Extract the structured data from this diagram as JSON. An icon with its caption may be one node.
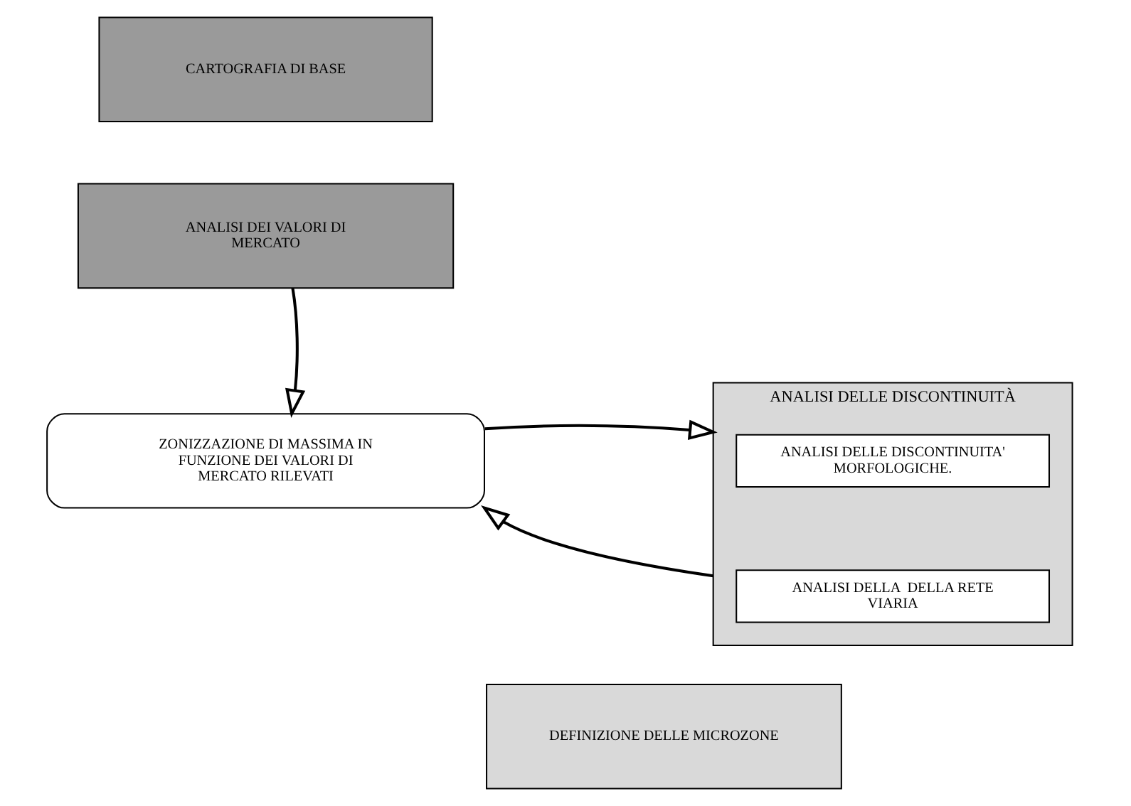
{
  "diagram": {
    "nodes": [
      {
        "text": [
          "CARTOGRAFIA DI BASE"
        ]
      },
      {
        "text": [
          "ANALISI DEI VALORI DI MERCATO"
        ]
      },
      {
        "text": [
          "ANALISI DELLE DISCONTINUITÀ"
        ]
      },
      {
        "text": [
          "ANALISI DELLE DISCONTINUITA' MORFOLOGICHE."
        ],
        "in": 2
      },
      {
        "text": [
          "ANALISI DELLA  DELLA RETE VIARIA"
        ],
        "in": 2
      },
      {
        "text": [
          "ZONIZZAZIONE DI MASSIMA IN FUNZIONE DEI VALORI DI MERCATO RILEVATI"
        ]
      },
      {
        "text": [
          "DEFINIZIONE DELLE MICROZONE"
        ]
      }
    ],
    "edges": [
      {
        "from": 1,
        "to": 5,
        "arrow": "to"
      },
      {
        "from": 5,
        "to": 2,
        "arrow": "to"
      },
      {
        "from": 2,
        "to": 5,
        "arrow": "to"
      }
    ]
  }
}
